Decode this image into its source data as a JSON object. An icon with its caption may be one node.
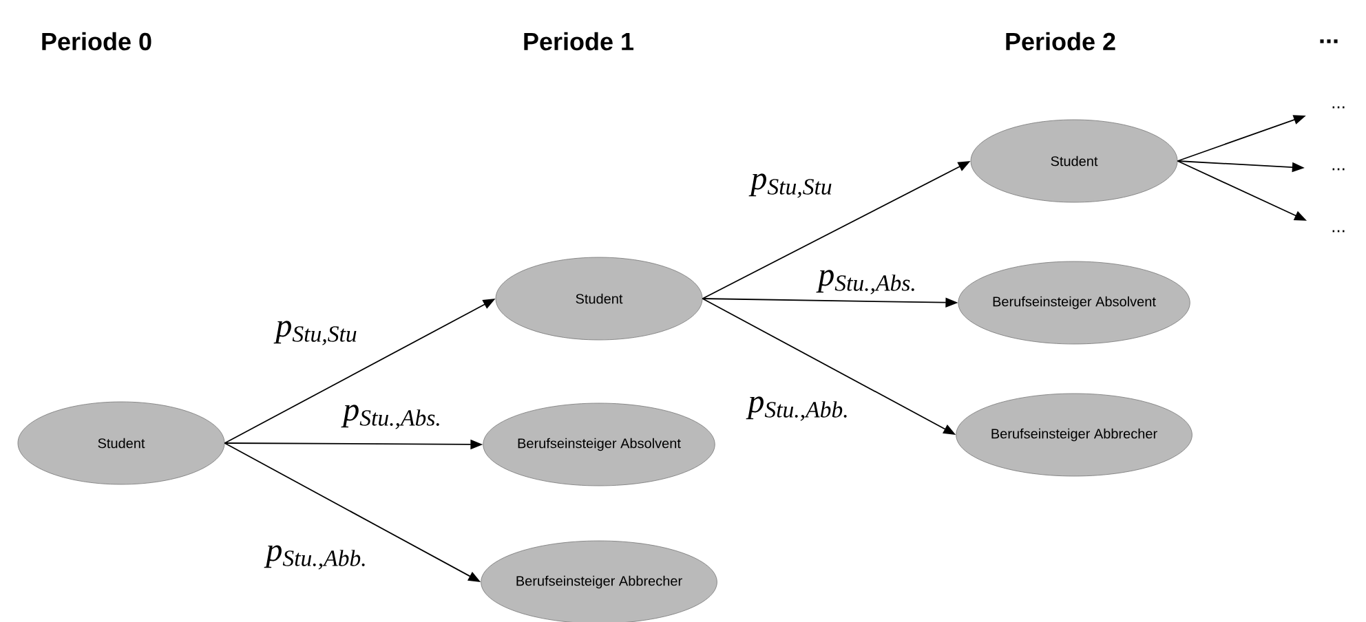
{
  "diagram": {
    "nodes": [
      {
        "text": [
          "Student"
        ]
      },
      {
        "text": [
          "Student"
        ]
      },
      {
        "text": [
          "Berufseinsteiger Absolvent"
        ]
      },
      {
        "text": [
          "Berufseinsteiger Abbrecher"
        ]
      },
      {
        "text": [
          "Student"
        ]
      },
      {
        "text": [
          "Berufseinsteiger Absolvent"
        ]
      },
      {
        "text": [
          "Berufseinsteiger Abbrecher"
        ]
      },
      {
        "text": [
          "..."
        ]
      },
      {
        "text": [
          "..."
        ]
      },
      {
        "text": [
          "..."
        ]
      }
    ],
    "edges": [
      {
        "from": 0,
        "to": 1,
        "arrow": "to",
        "label": "p$_{Stu,Stu}$"
      },
      {
        "from": 0,
        "to": 2,
        "arrow": "to",
        "label": "p$_{Stu.,Abs.}$"
      },
      {
        "from": 0,
        "to": 3,
        "arrow": "to",
        "label": "p$_{Stu.,Abb.}$"
      },
      {
        "from": 1,
        "to": 4,
        "arrow": "to",
        "label": "p$_{Stu,Stu}$"
      },
      {
        "from": 1,
        "to": 5,
        "arrow": "to",
        "label": "p$_{Stu.,Abs.}$"
      },
      {
        "from": 1,
        "to": 6,
        "arrow": "to",
        "label": "p$_{Stu.,Abb.}$"
      },
      {
        "from": 4,
        "to": 7,
        "arrow": "to"
      },
      {
        "from": 4,
        "to": 8,
        "arrow": "to"
      },
      {
        "from": 4,
        "to": 9,
        "arrow": "to"
      }
    ],
    "labels": [
      "Periode 0",
      "Periode 1",
      "Periode 2",
      "..."
    ]
  }
}
